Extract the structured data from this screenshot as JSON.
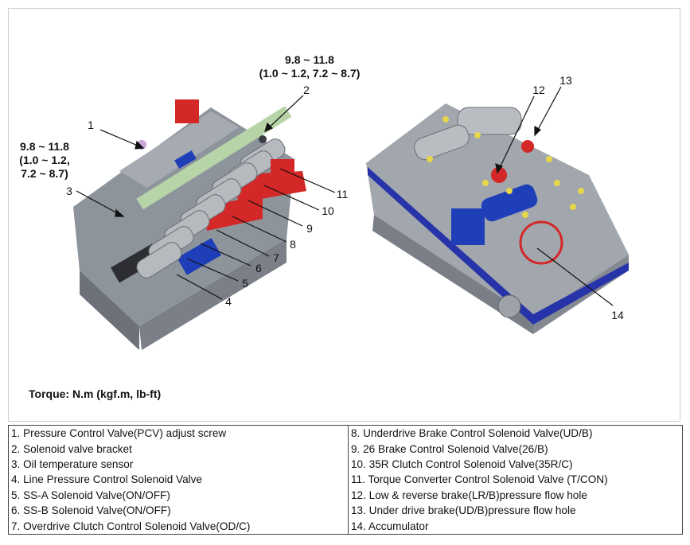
{
  "torque_left": [
    "9.8 ~ 11.8",
    "(1.0 ~ 1.2,",
    "7.2 ~ 8.7)"
  ],
  "torque_top": [
    "9.8 ~ 11.8",
    "(1.0 ~ 1.2, 7.2 ~ 8.7)"
  ],
  "torque_unit": "Torque: N.m (kgf.m, lb-ft)",
  "callouts": [
    "1",
    "2",
    "3",
    "4",
    "5",
    "6",
    "7",
    "8",
    "9",
    "10",
    "11",
    "12",
    "13",
    "14"
  ],
  "legend_left": [
    "1. Pressure Control Valve(PCV) adjust screw",
    "2. Solenoid valve bracket",
    "3. Oil temperature sensor",
    "4. Line Pressure Control Solenoid Valve",
    "5. SS-A Solenoid Valve(ON/OFF)",
    "6. SS-B Solenoid Valve(ON/OFF)",
    "7. Overdrive Clutch Control Solenoid Valve(OD/C)"
  ],
  "legend_right": [
    "8. Underdrive Brake Control Solenoid Valve(UD/B)",
    "9. 26 Brake Control Solenoid Valve(26/B)",
    "10. 35R Clutch Control Solenoid Valve(35R/C)",
    "11. Torque Converter Control Solenoid Valve (T/CON)",
    "12. Low & reverse brake(LR/B)pressure flow hole",
    "13. Under drive brake(UD/B)pressure flow hole",
    "14. Accumulator"
  ]
}
